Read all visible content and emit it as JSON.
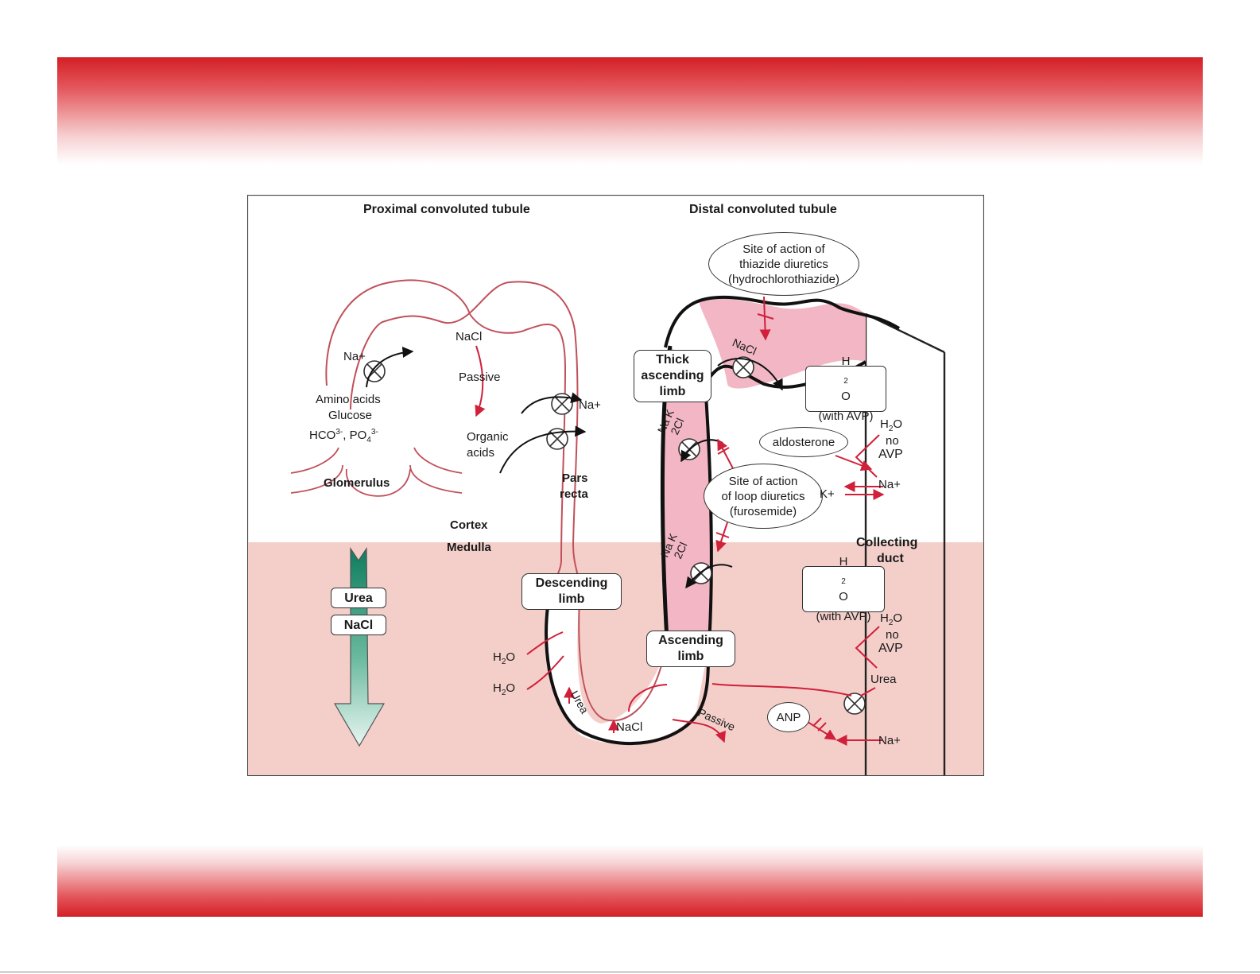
{
  "colors": {
    "banner_red": "#d31f26",
    "medulla_fill": "#f4cfca",
    "tubule_fill": "#f2b6c4",
    "tubule_outline": "#c0505a",
    "arrow_red": "#d0203a",
    "gradient_arrow_top": "#0f7d5e",
    "gradient_arrow_bottom": "#e8f6f1"
  },
  "headers": {
    "proximal": "Proximal convoluted tubule",
    "distal": "Distal convoluted tubule"
  },
  "regions": {
    "cortex": "Cortex",
    "medulla": "Medulla"
  },
  "proximal": {
    "na": "Na+",
    "nacl": "NaCl",
    "passive": "Passive",
    "amino_acids": "Amino acids",
    "glucose": "Glucose",
    "hco_pre": "HCO",
    "hco_sup": "3-",
    "po_pre": ", PO",
    "po_sub": "4",
    "po_sup": "3-",
    "na_right": "Na+",
    "organic_1": "Organic",
    "organic_2": "acids",
    "glomerulus": "Glomerulus",
    "pars_1": "Pars",
    "pars_2": "recta"
  },
  "thiazide": {
    "line1": "Site of action of",
    "line2": "thiazide diuretics",
    "line3": "(hydrochlorothiazide)",
    "nacl": "NaCl"
  },
  "thick_limb": {
    "line1": "Thick",
    "line2": "ascending",
    "line3": "limb"
  },
  "cotransport": {
    "upper_1": "Na K",
    "upper_2": "2Cl",
    "lower_1": "Na K",
    "lower_2": "2Cl"
  },
  "loop_diuretics": {
    "line1": "Site of action",
    "line2": "of loop diuretics",
    "line3": "(furosemide)"
  },
  "collecting": {
    "h2o_top_pre": "H",
    "h2o_top_sub": "2",
    "h2o_top_post": "O",
    "with_avp_top": "(with AVP)",
    "h2o_no_pre": "H",
    "h2o_no_sub": "2",
    "h2o_no_post": "O",
    "no_1": "no",
    "avp_1": "AVP",
    "aldosterone": "aldosterone",
    "na": "Na+",
    "k": "K+",
    "duct_1": "Collecting",
    "duct_2": "duct",
    "h2o_mid_pre": "H",
    "h2o_mid_sub": "2",
    "h2o_mid_post": "O",
    "with_avp_mid": "(with AVP)",
    "h2o_no2_pre": "H",
    "h2o_no2_sub": "2",
    "h2o_no2_post": "O",
    "no_2": "no",
    "avp_2": "AVP",
    "urea": "Urea",
    "anp": "ANP",
    "na_bottom": "Na+"
  },
  "gradient": {
    "urea": "Urea",
    "nacl": "NaCl"
  },
  "loop": {
    "descending_1": "Descending",
    "descending_2": "limb",
    "h2o_a_pre": "H",
    "h2o_a_sub": "2",
    "h2o_a_post": "O",
    "h2o_b_pre": "H",
    "h2o_b_sub": "2",
    "h2o_b_post": "O",
    "urea": "Urea",
    "nacl": "NaCl",
    "passive": "Passive",
    "ascending_1": "Ascending",
    "ascending_2": "limb"
  }
}
